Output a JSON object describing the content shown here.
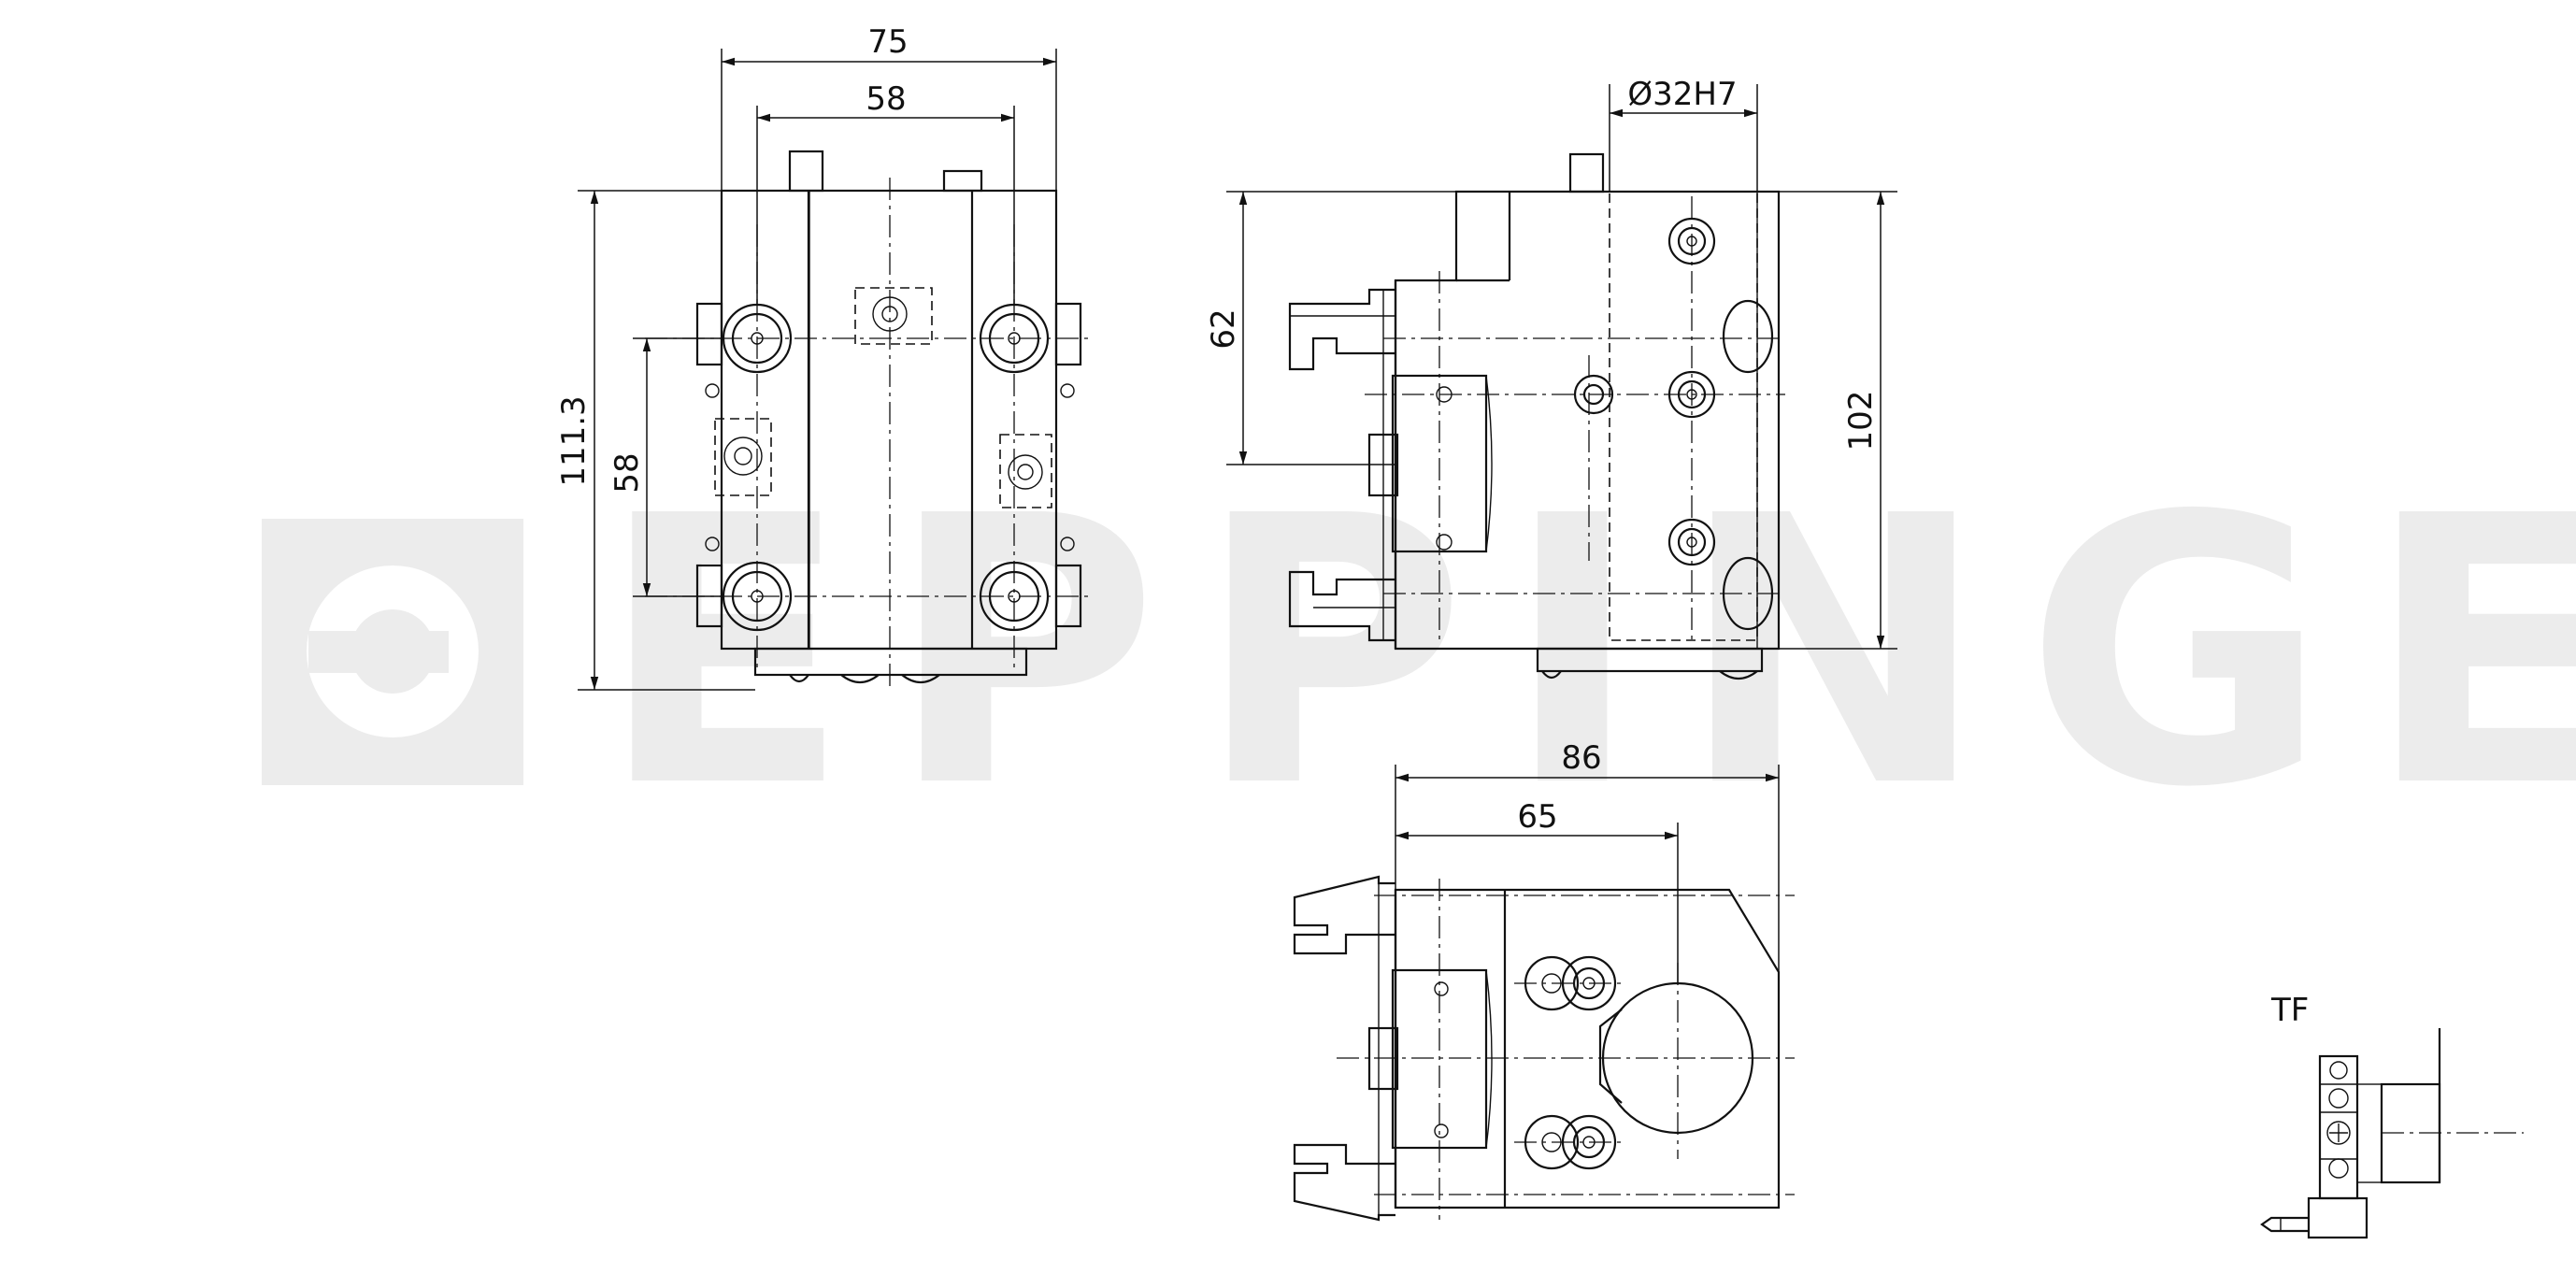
{
  "watermark": {
    "text": "EPPINGER",
    "color": "#e9e9e9"
  },
  "dimensions": {
    "front_width_outer": "75",
    "front_width_inner": "58",
    "front_height": "111.3",
    "front_hole_spacing": "58",
    "side_bore": "Ø32H7",
    "side_height_upper": "62",
    "side_height": "102",
    "bottom_width": "86",
    "bottom_offset": "65"
  },
  "tf_label": "TF",
  "colors": {
    "line": "#111111",
    "background": "#ffffff"
  }
}
